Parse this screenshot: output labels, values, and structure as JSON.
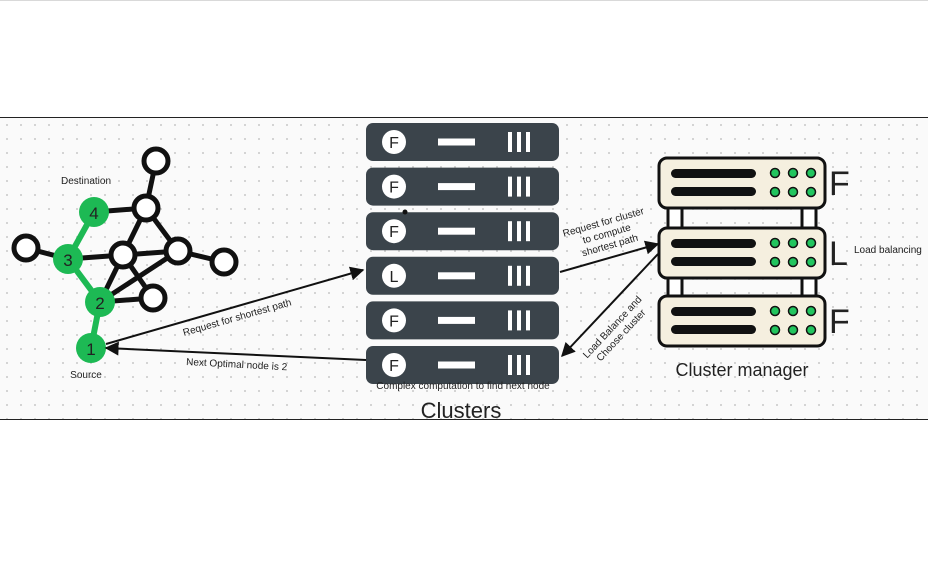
{
  "graph": {
    "destination_label": "Destination",
    "source_label": "Source",
    "nodes": [
      {
        "id": "n1",
        "label": "1",
        "role": "path"
      },
      {
        "id": "n2",
        "label": "2",
        "role": "path"
      },
      {
        "id": "n3",
        "label": "3",
        "role": "path"
      },
      {
        "id": "n4",
        "label": "4",
        "role": "path"
      }
    ],
    "path_color": "#1db954",
    "edge_color": "#111111"
  },
  "clusters": {
    "title": "Clusters",
    "caption": "Complex computation to find next node",
    "servers": [
      {
        "letter": "F"
      },
      {
        "letter": "F"
      },
      {
        "letter": "F"
      },
      {
        "letter": "L"
      },
      {
        "letter": "F"
      },
      {
        "letter": "F"
      }
    ],
    "server_color": "#3b444b"
  },
  "cluster_manager": {
    "title": "Cluster manager",
    "load_balancing_label": "Load balancing",
    "units": [
      {
        "letter": "F"
      },
      {
        "letter": "L"
      },
      {
        "letter": "F"
      }
    ],
    "unit_fill": "#f5efdf",
    "led_color": "#22c55e"
  },
  "arrows": {
    "request_shortest_path": "Request for shortest path",
    "next_optimal_node": "Next Optimal node is 2",
    "request_cluster_line1": "Request for cluster",
    "request_cluster_line2": "to compute",
    "request_cluster_line3": "shortest path",
    "load_balance_line1": "Load Balance and",
    "load_balance_line2": "Choose cluster"
  }
}
